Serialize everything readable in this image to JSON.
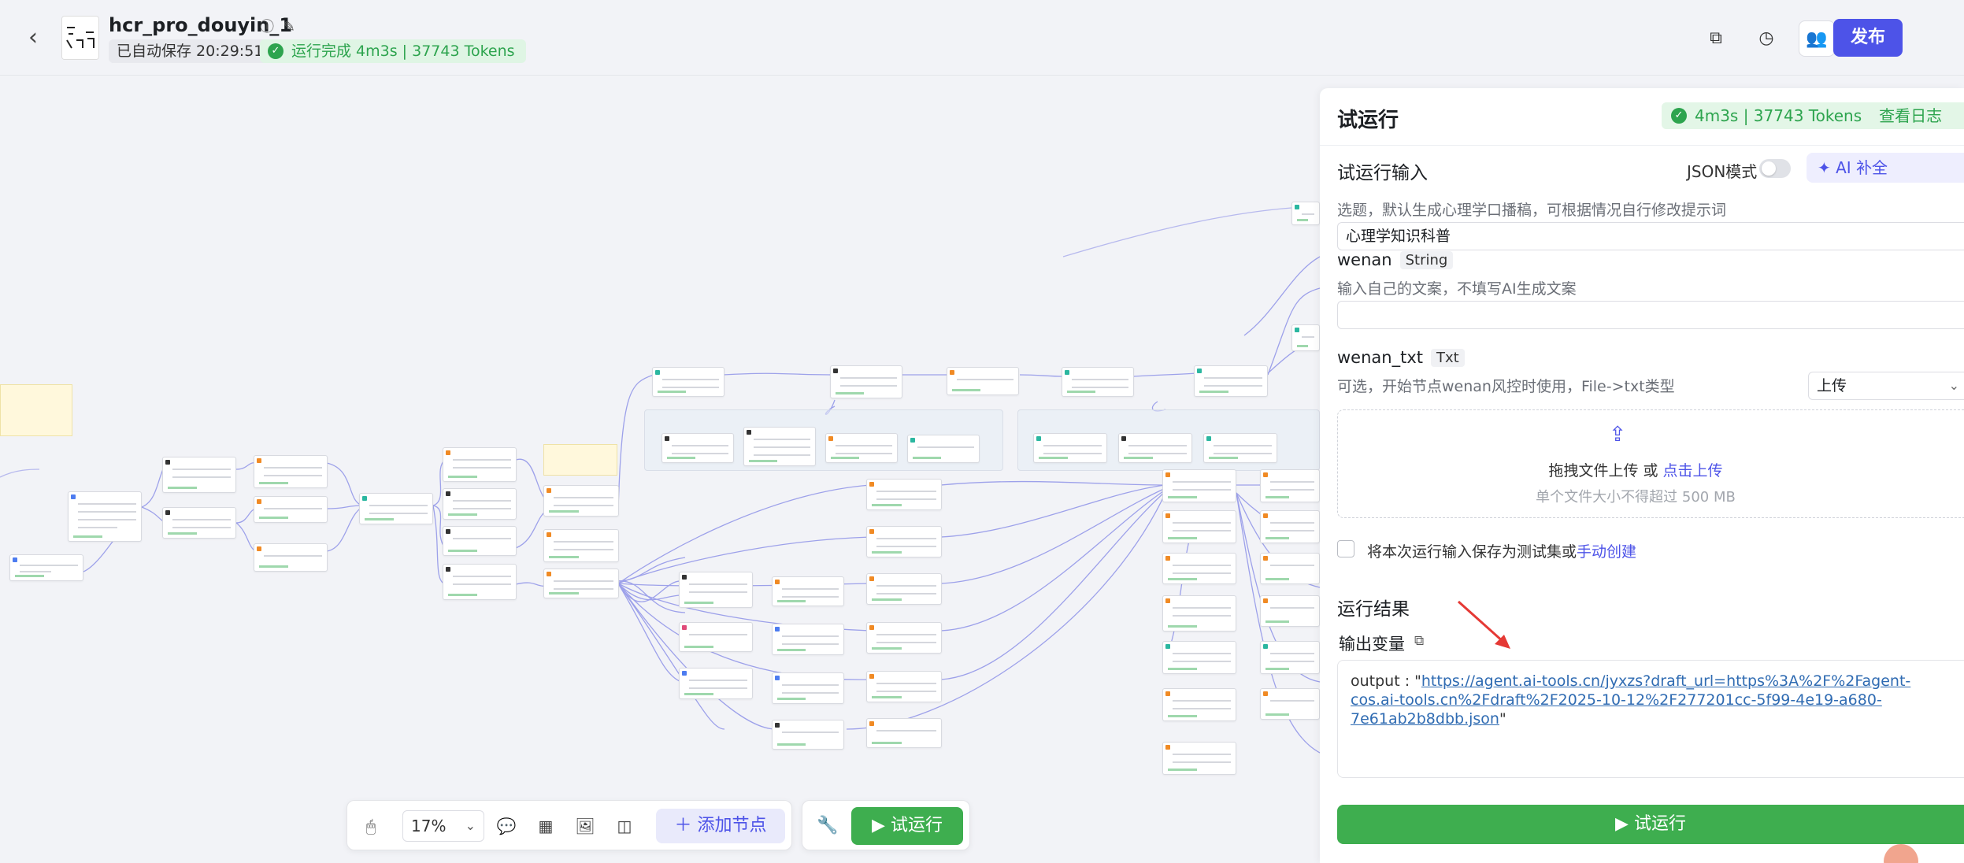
{
  "header": {
    "title": "hcr_pro_douyin_1",
    "autosave": "已自动保存 20:29:51",
    "run_status": "运行完成 4m3s | 37743 Tokens",
    "publish_label": "发布"
  },
  "toolbar": {
    "zoom": "17%",
    "add_node_label": "添加节点",
    "run_label": "试运行"
  },
  "panel": {
    "title": "试运行",
    "stats": "4m3s | 37743 Tokens",
    "view_log": "查看日志",
    "input_section": "试运行输入",
    "json_mode_label": "JSON模式",
    "ai_fill_label": "AI 补全",
    "topic_hint": "选题，默认生成心理学口播稿，可根据情况自行修改提示词",
    "topic_value": "心理学知识科普",
    "wenan": {
      "name": "wenan",
      "type": "String",
      "hint": "输入自己的文案，不填写AI生成文案",
      "value": ""
    },
    "wenan_txt": {
      "name": "wenan_txt",
      "type": "Txt",
      "hint": "可选，开始节点wenan风控时使用，File->txt类型",
      "select_value": "上传"
    },
    "upload": {
      "main_prefix": "拖拽文件上传 或 ",
      "main_link": "点击上传",
      "sub": "单个文件大小不得超过 500 MB"
    },
    "save_testset_prefix": "将本次运行输入保存为测试集或",
    "save_testset_link": "手动创建",
    "result_section": "运行结果",
    "output_var_label": "输出变量",
    "output_key": "output : \"",
    "output_url": "https://agent.ai-tools.cn/jyxzs?draft_url=https%3A%2F%2Fagent-cos.ai-tools.cn%2Fdraft%2F2025-10-12%2F277201cc-5f99-4e19-a680-7e61ab2b8dbb.json",
    "output_suffix": "\"",
    "run_label": "试运行"
  },
  "icons": {
    "back": "chevron-left-icon",
    "info": "info-icon",
    "edit": "edit-icon",
    "copy": "copy-icon",
    "history": "history-icon",
    "collab": "users-icon",
    "mouse": "mouse-icon",
    "comment": "comment-icon",
    "layout": "grid-icon",
    "image": "image-icon",
    "minimap": "minimap-icon",
    "wrench": "wrench-icon",
    "upload": "upload-icon",
    "play": "play-icon"
  },
  "colors": {
    "accent": "#4d53e8",
    "success": "#3eae4f",
    "success_text": "#2da44e"
  }
}
